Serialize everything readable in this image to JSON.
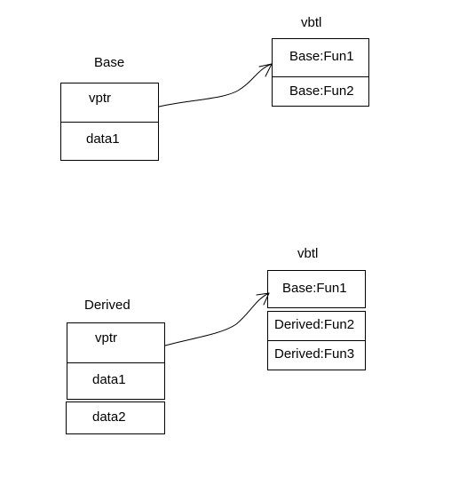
{
  "base": {
    "title": "Base",
    "object_cells": [
      "vptr",
      "data1"
    ],
    "vtable_title": "vbtl",
    "vtable_cells": [
      "Base:Fun1",
      "Base:Fun2"
    ]
  },
  "derived": {
    "title": "Derived",
    "object_cells": [
      "vptr",
      "data1",
      "data2"
    ],
    "vtable_title": "vbtl",
    "vtable_cells": [
      "Base:Fun1",
      "Derived:Fun2",
      "Derived:Fun3"
    ]
  }
}
